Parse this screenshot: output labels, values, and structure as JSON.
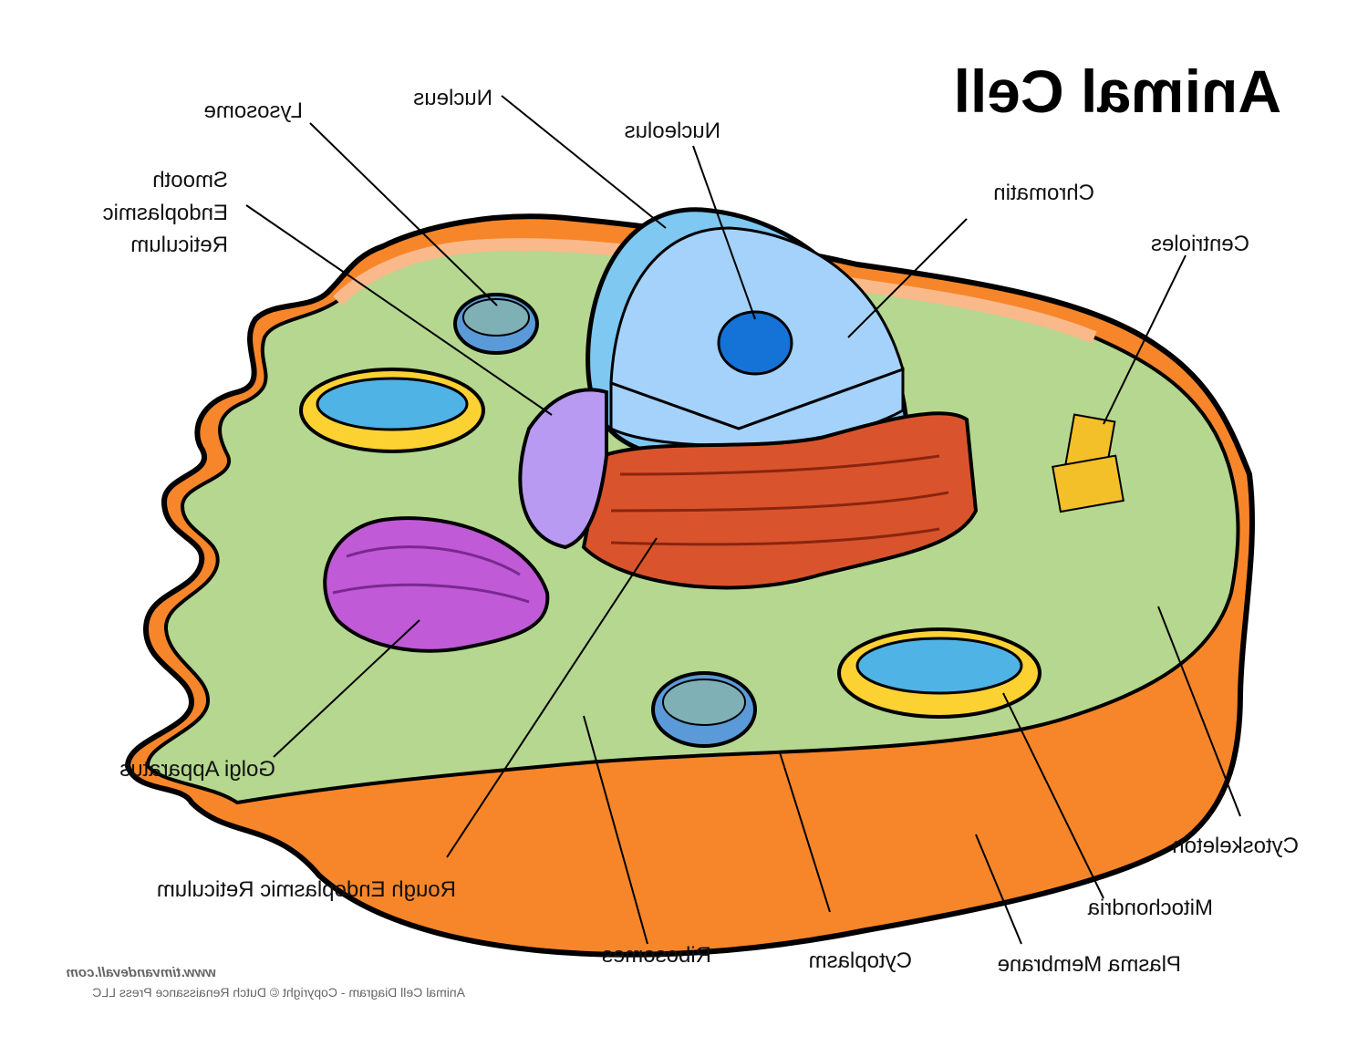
{
  "title": "Animal Cell",
  "orientation": "mirrored-horizontally",
  "labels": {
    "nucleus": "Nucleus",
    "nucleolus": "Nucleolus",
    "lysosome": "Lysosome",
    "smooth_er": [
      "Smooth",
      "Endoplasmic",
      "Reticulum"
    ],
    "chromatin": "Chromatin",
    "centrioles": "Centrioles",
    "golgi": "Golgi Apparatus",
    "rough_er": "Rough Endoplasmic Reticulum",
    "ribosomes": "Ribosomes",
    "cytoplasm": "Cytoplasm",
    "plasma_membrane": "Plasma Membrane",
    "mitochondria": "Mitochondria",
    "cytoskeleton": "Cytoskeleton"
  },
  "footer": {
    "website": "www.timvandevall.com",
    "copyright": "Animal Cell Diagram - Copyright © Dutch Renaissance Press LLC"
  },
  "colors": {
    "cytoplasm": "#b5d78f",
    "membrane": "#f7862a",
    "membrane_inner": "#f9b98a",
    "nucleus_outer": "#7ec8f2",
    "nucleus_inner": "#a5d2fb",
    "nucleolus": "#1572d6",
    "rough_er": "#d9542c",
    "smooth_er": "#b89af2",
    "golgi": "#c05ad6",
    "mitochondria_outer": "#fcd232",
    "mitochondria_inner": "#4fb3e6",
    "lysosome": "#5a9ad8",
    "centrioles": "#f4c02a"
  }
}
